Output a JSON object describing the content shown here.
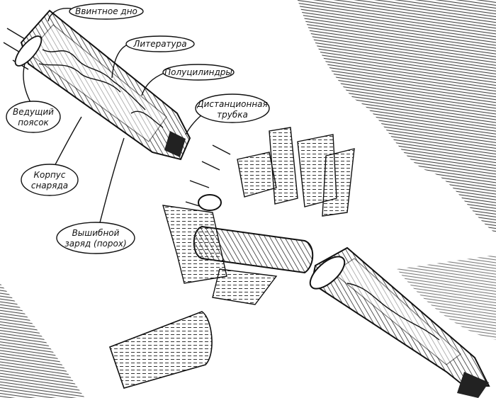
{
  "labels": {
    "screw_bottom": "Ввинтное дно",
    "literature": "Литература",
    "half_cylinders": "Полуцилиндры",
    "distance_tube_line1": "Дистанционная",
    "distance_tube_line2": "трубка",
    "driving_band_line1": "Ведущий",
    "driving_band_line2": "поясок",
    "body_line1": "Корпус",
    "body_line2": "снаряда",
    "charge_line1": "Вышибной",
    "charge_line2": "заряд (порох)"
  }
}
